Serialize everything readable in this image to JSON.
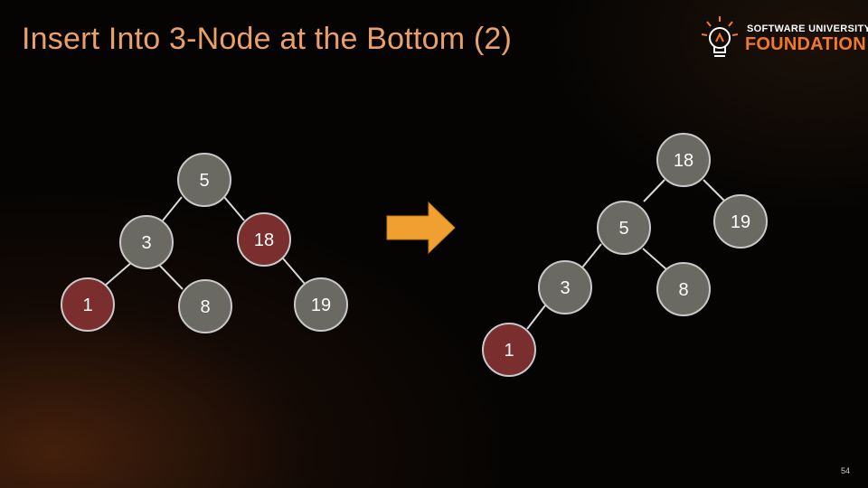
{
  "slide": {
    "title": "Insert Into 3-Node at the Bottom (2)",
    "page_number": "54"
  },
  "logo": {
    "line1": "SOFTWARE UNIVERSITY",
    "line2": "FOUNDATION",
    "icon": "lightbulb-icon"
  },
  "colors": {
    "title": "#e9a06a",
    "gray_node": "#6a6a62",
    "red_node": "#7a2e2e",
    "node_border": "#c9c9c9",
    "edge": "#d8d8d8",
    "arrow": "#f0a030"
  },
  "trees": {
    "before": {
      "nodes": [
        {
          "id": "b5",
          "label": "5",
          "color": "gray"
        },
        {
          "id": "b3",
          "label": "3",
          "color": "gray"
        },
        {
          "id": "b18",
          "label": "18",
          "color": "red"
        },
        {
          "id": "b1",
          "label": "1",
          "color": "red"
        },
        {
          "id": "b8",
          "label": "8",
          "color": "gray"
        },
        {
          "id": "b19",
          "label": "19",
          "color": "gray"
        }
      ]
    },
    "after": {
      "nodes": [
        {
          "id": "a18",
          "label": "18",
          "color": "gray"
        },
        {
          "id": "a5",
          "label": "5",
          "color": "gray"
        },
        {
          "id": "a19",
          "label": "19",
          "color": "gray"
        },
        {
          "id": "a3",
          "label": "3",
          "color": "gray"
        },
        {
          "id": "a8",
          "label": "8",
          "color": "gray"
        },
        {
          "id": "a1",
          "label": "1",
          "color": "red"
        }
      ]
    }
  }
}
